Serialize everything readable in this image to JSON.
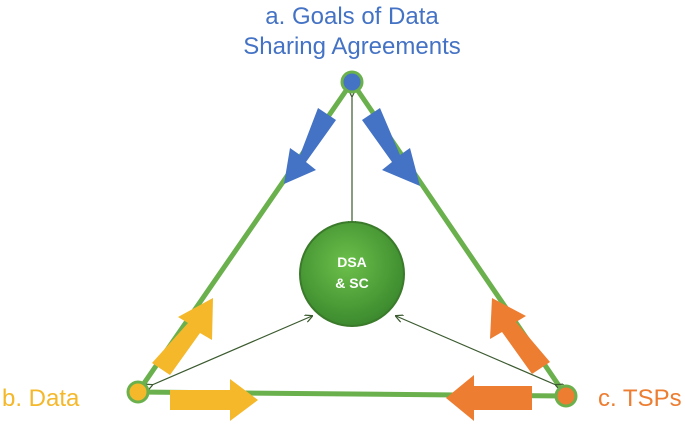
{
  "labels": {
    "goals_line1": "a. Goals of Data",
    "goals_line2": "Sharing Agreements",
    "data": "b. Data",
    "tsps": "c. TSPs"
  },
  "center": {
    "line1": "DSA",
    "line2": "& SC"
  },
  "colors": {
    "triangle": "#6ab04c",
    "goals_arrows": "#4472c4",
    "data_arrows": "#f4b82a",
    "tsps_arrows": "#ed7d31",
    "center_fill": "#4a9a3a",
    "connector": "#3b5a2f"
  }
}
